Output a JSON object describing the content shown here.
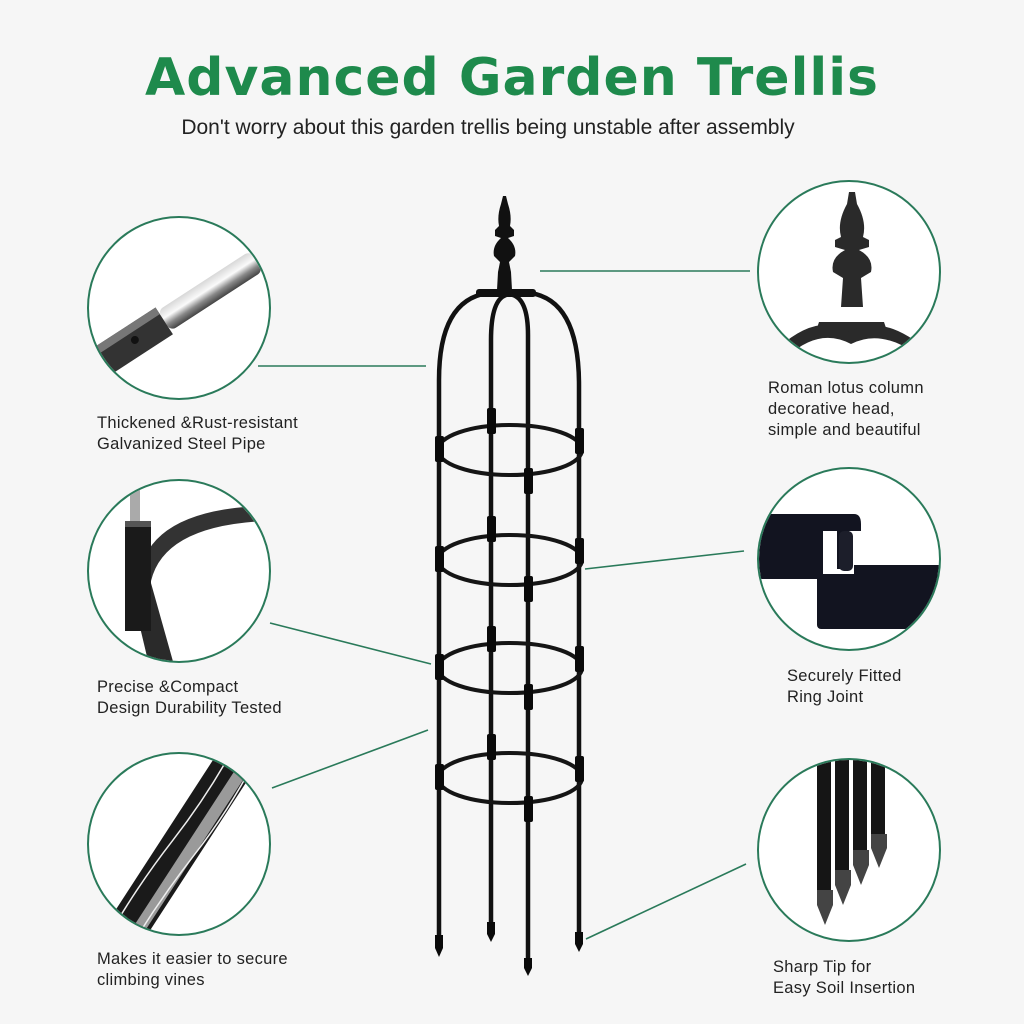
{
  "header": {
    "title": "Advanced Garden Trellis",
    "subtitle": "Don't worry about this garden trellis being unstable after assembly"
  },
  "colors": {
    "title_green": "#1e8a4c",
    "callout_line": "#2a7a5a",
    "background": "#f6f6f6",
    "trellis_black": "#111111"
  },
  "features": [
    {
      "id": "steel-pipe",
      "side": "left",
      "image": "galvanized-steel-pipe-closeup",
      "line1": "Thickened &Rust-resistant",
      "line2": "Galvanized Steel Pipe"
    },
    {
      "id": "compact-design",
      "side": "left",
      "image": "ring-joint-bend-closeup",
      "line1": "Precise &Compact",
      "line2": "Design Durability Tested"
    },
    {
      "id": "climbing-vines",
      "side": "left",
      "image": "textured-pole-closeup",
      "line1": "Makes it easier to secure",
      "line2": "climbing vines"
    },
    {
      "id": "lotus-head",
      "side": "right",
      "image": "finial-head-closeup",
      "line1": "Roman lotus column",
      "line2": "decorative head,",
      "line3": "simple and beautiful"
    },
    {
      "id": "ring-joint",
      "side": "right",
      "image": "ring-joint-closeup",
      "line1": "Securely Fitted",
      "line2": "Ring Joint"
    },
    {
      "id": "sharp-tip",
      "side": "right",
      "image": "sharp-tips-closeup",
      "line1": "Sharp Tip for",
      "line2": "Easy Soil Insertion"
    }
  ],
  "product": {
    "name": "garden-trellis-obelisk",
    "rings": 4,
    "legs": 4
  }
}
